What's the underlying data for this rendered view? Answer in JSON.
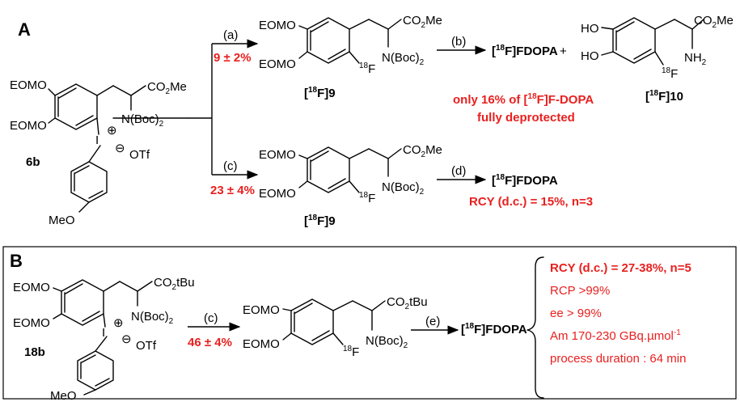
{
  "panel_a": {
    "label": "A",
    "sm": {
      "eomo_top": "EOMO",
      "eomo_bot": "EOMO",
      "co2": "CO",
      "co2_sub": "2",
      "co2_me": "Me",
      "nboc": "N(Boc)",
      "nboc_sub": "2",
      "iodine": "I",
      "plus": "⊕",
      "minus": "⊖",
      "otf": "OTf",
      "meo": "MeO",
      "label": "6b"
    },
    "top_route": {
      "step": "(a)",
      "yield": "9 ± 2%"
    },
    "bot_route": {
      "step": "(c)",
      "yield": "23 ± 4%"
    },
    "int": {
      "eomo_top": "EOMO",
      "eomo_bot": "EOMO",
      "co2": "CO",
      "co2_sub": "2",
      "co2_me": "Me",
      "nboc": "N(Boc)",
      "nboc_sub": "2",
      "f_sup": "18",
      "f": "F",
      "label_sup": "18",
      "label_pre": "[",
      "label_mid": "F]",
      "label_num": "9"
    },
    "step_b": "(b)",
    "step_d": "(d)",
    "product_top": {
      "pre": "[",
      "sup": "18",
      "main": "F]FDOPA",
      "plus": "+"
    },
    "side": {
      "ho_top": "HO",
      "ho_bot": "HO",
      "co2": "CO",
      "co2_sub": "2",
      "co2_me": "Me",
      "nh2": "NH",
      "nh2_sub": "2",
      "f_sup": "18",
      "f": "F",
      "label_sup": "18",
      "label_pre": "[",
      "label_mid": "F]",
      "label_num": "10"
    },
    "note_line1_a": "only 16% of [",
    "note_line1_sup": "18",
    "note_line1_b": "F]F-DOPA",
    "note_line2": "fully deprotected",
    "product_bot": {
      "pre": "[",
      "sup": "18",
      "main": "F]FDOPA"
    },
    "rcy": "RCY (d.c.) = 15%, n=3"
  },
  "panel_b": {
    "label": "B",
    "sm": {
      "eomo_top": "EOMO",
      "eomo_bot": "EOMO",
      "co2": "CO",
      "co2_sub": "2",
      "co2_tbu": "tBu",
      "nboc": "N(Boc)",
      "nboc_sub": "2",
      "iodine": "I",
      "plus": "⊕",
      "minus": "⊖",
      "otf": "OTf",
      "meo": "MeO",
      "label": "18b"
    },
    "route": {
      "step": "(c)",
      "yield": "46 ± 4%"
    },
    "int": {
      "eomo_top": "EOMO",
      "eomo_bot": "EOMO",
      "co2": "CO",
      "co2_sub": "2",
      "co2_tbu": "tBu",
      "nboc": "N(Boc)",
      "nboc_sub": "2",
      "f_sup": "18",
      "f": "F"
    },
    "step_e": "(e)",
    "product": {
      "pre": "[",
      "sup": "18",
      "main": "F]FDOPA"
    },
    "results": {
      "rcy": "RCY (d.c.) = 27-38%, n=5",
      "rcp": "RCP >99%",
      "ee": "ee > 99%",
      "am_pre": "Am 170-230 GBq.µmol",
      "am_sup": "-1",
      "duration": "process duration : 64 min"
    }
  }
}
